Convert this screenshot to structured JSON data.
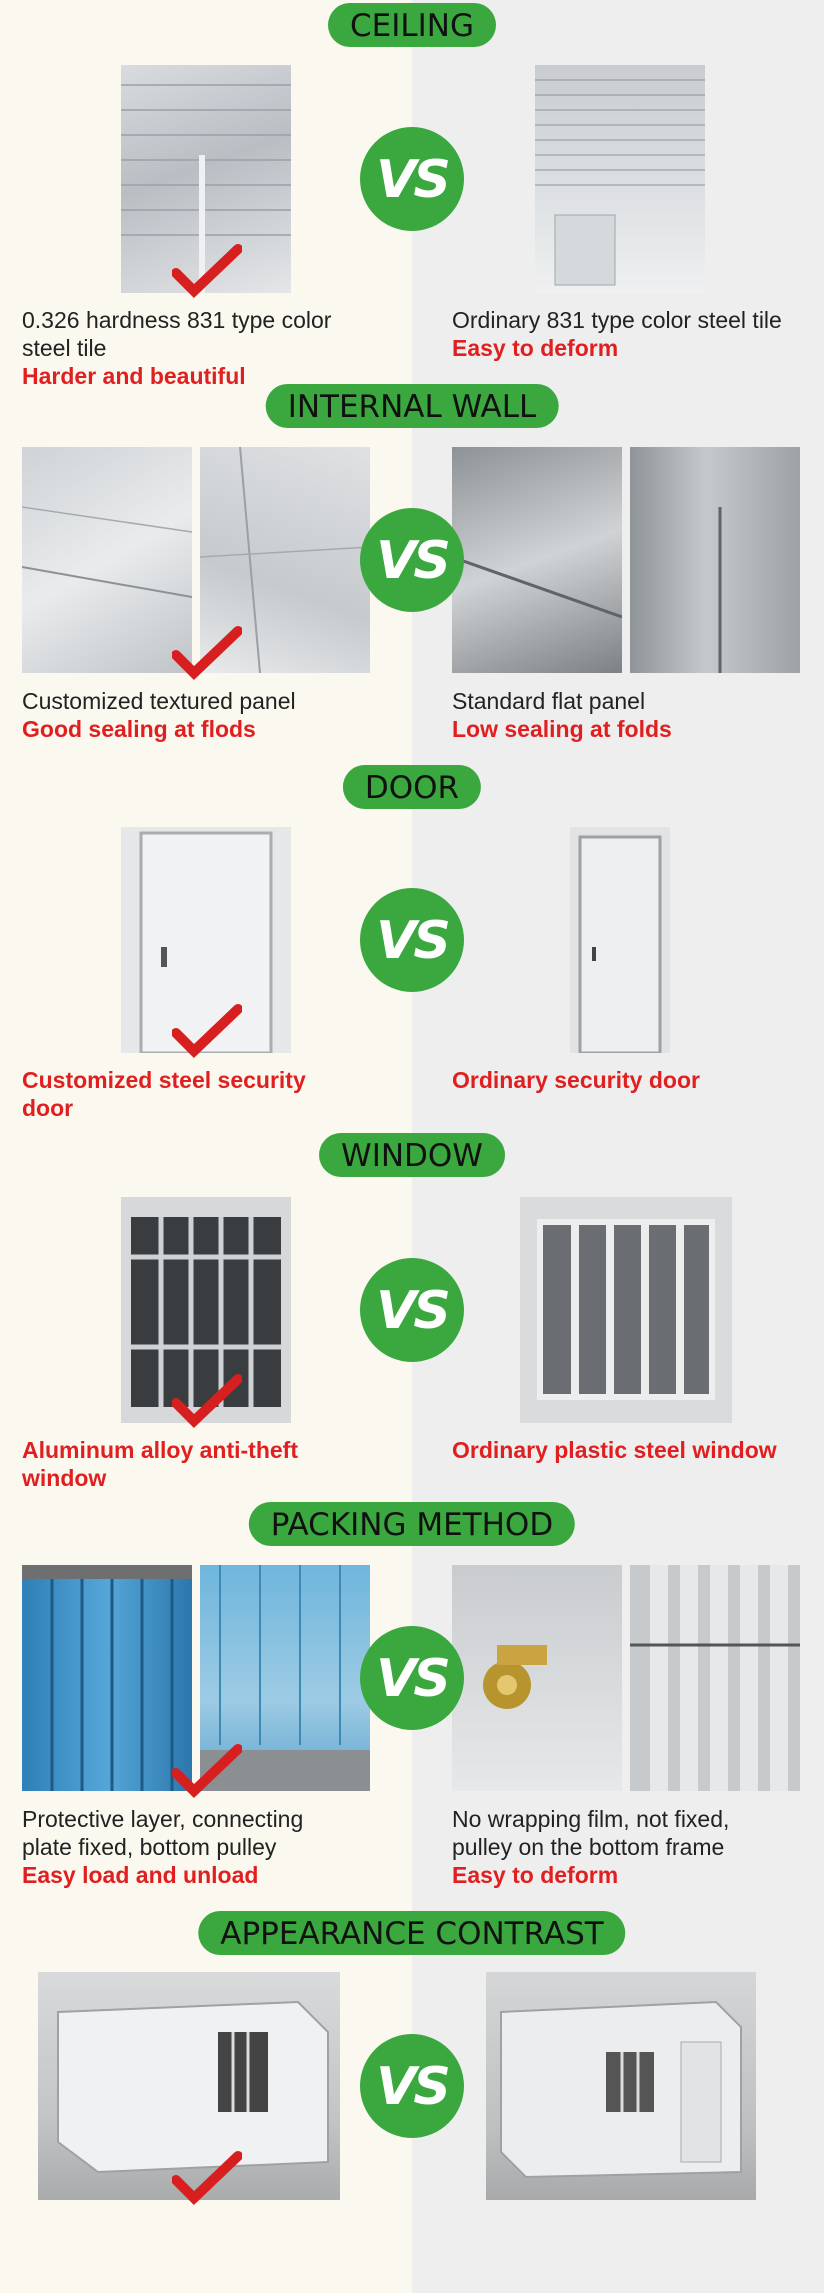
{
  "colors": {
    "accent_green": "#3aa83e",
    "highlight_red": "#e02020",
    "bg_left": "#fbf8ef",
    "bg_right": "#eeeeee"
  },
  "vs_label": "VS",
  "sections": {
    "ceiling": {
      "title": "CEILING",
      "left": {
        "line1": "0.326 hardness 831 type color",
        "line2": "steel tile",
        "highlight": "Harder and beautiful"
      },
      "right": {
        "line1": "Ordinary 831 type color steel tile",
        "highlight": "Easy to deform"
      }
    },
    "internal_wall": {
      "title": "INTERNAL WALL",
      "left": {
        "line1": "Customized textured panel",
        "highlight": "Good sealing at flods"
      },
      "right": {
        "line1": "Standard flat panel",
        "highlight": "Low sealing at folds"
      }
    },
    "door": {
      "title": "DOOR",
      "left": {
        "highlight1": "Customized steel security",
        "highlight2": "door"
      },
      "right": {
        "highlight": "Ordinary security door"
      }
    },
    "window": {
      "title": "WINDOW",
      "left": {
        "highlight1": "Aluminum alloy anti-theft",
        "highlight2": "window"
      },
      "right": {
        "highlight": "Ordinary plastic steel window"
      }
    },
    "packing": {
      "title": "PACKING METHOD",
      "left": {
        "line1": "Protective layer, connecting",
        "line2": "plate fixed, bottom pulley",
        "highlight": "Easy load and unload"
      },
      "right": {
        "line1": "No wrapping film, not fixed,",
        "line2": "pulley on the bottom frame",
        "highlight": "Easy to deform"
      }
    },
    "appearance": {
      "title": "APPEARANCE CONTRAST"
    }
  }
}
